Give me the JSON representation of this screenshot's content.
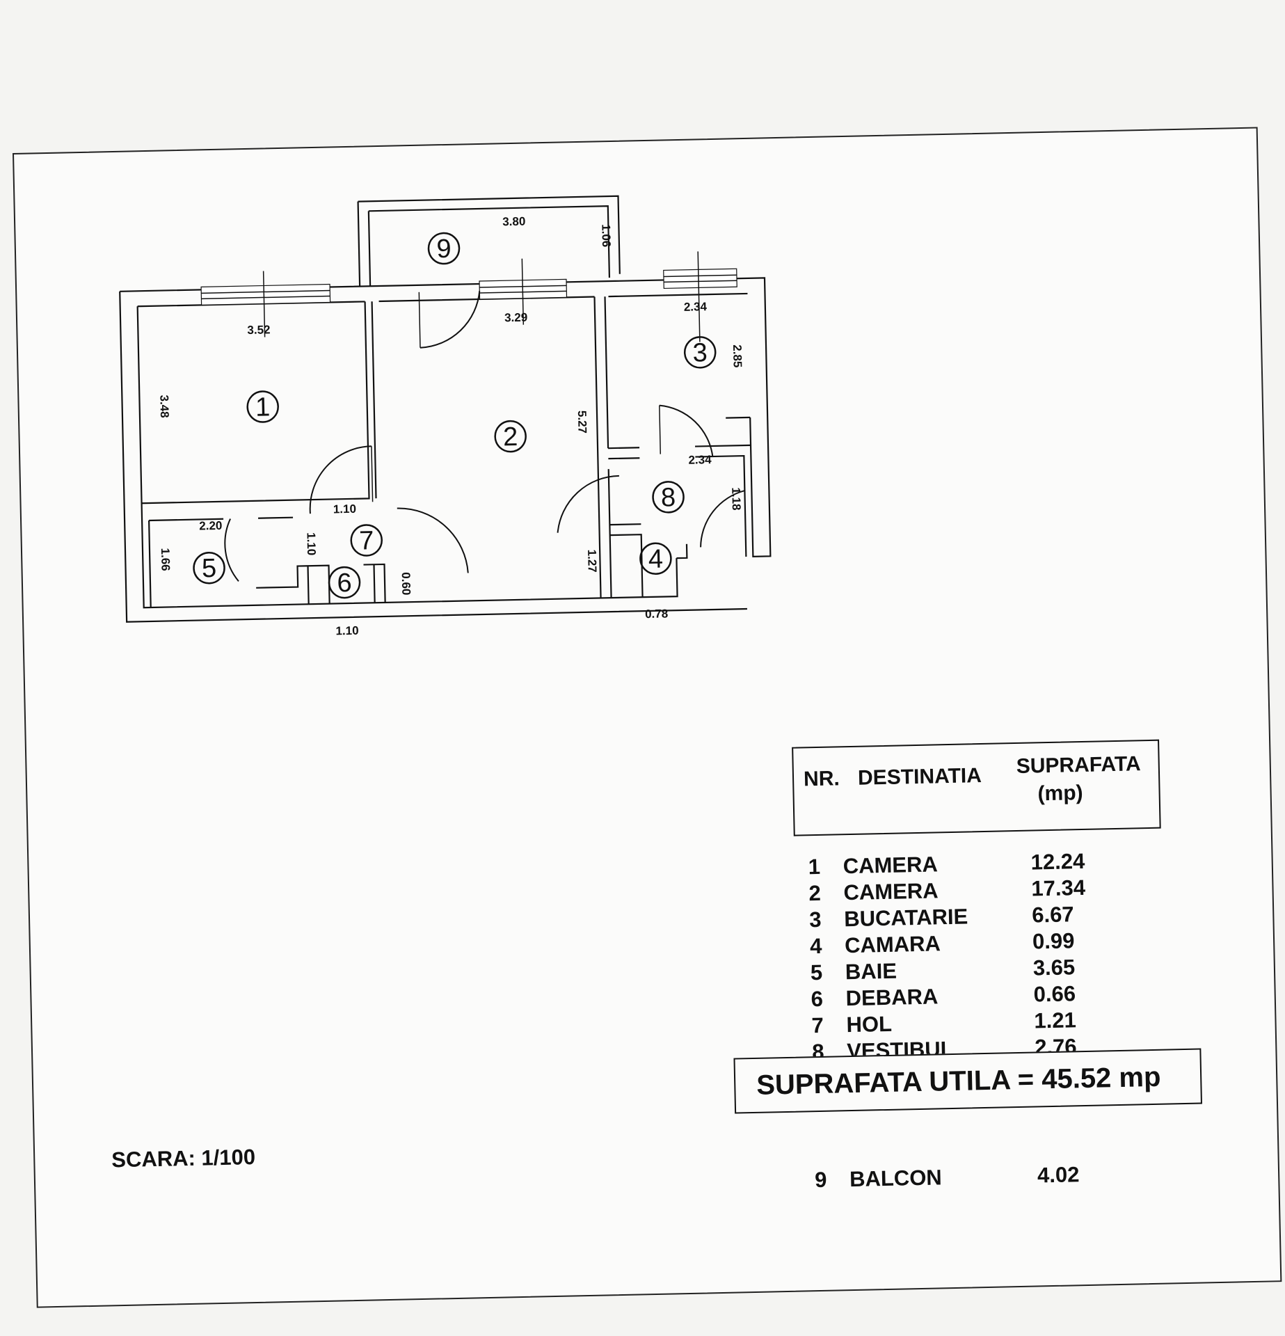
{
  "plan": {
    "rooms": [
      "1",
      "2",
      "3",
      "4",
      "5",
      "6",
      "7",
      "8",
      "9"
    ],
    "dims": {
      "d380": "3.80",
      "d106": "1.06",
      "d352": "3.52",
      "d329": "3.29",
      "d234a": "2.34",
      "d285": "2.85",
      "d348": "3.48",
      "d527": "5.27",
      "d234b": "2.34",
      "d118": "1.18",
      "d110a": "1.10",
      "d220": "2.20",
      "d110b": "1.10",
      "d166": "1.66",
      "d060": "0.60",
      "d127": "1.27",
      "d110c": "1.10",
      "d078": "0.78"
    }
  },
  "legend": {
    "col_nr": "NR.",
    "col_dest": "DESTINATIA",
    "col_sup": "SUPRAFATA",
    "col_unit": "(mp)",
    "rows": [
      {
        "nr": "1",
        "dest": "CAMERA",
        "sup": "12.24"
      },
      {
        "nr": "2",
        "dest": "CAMERA",
        "sup": "17.34"
      },
      {
        "nr": "3",
        "dest": "BUCATARIE",
        "sup": "6.67"
      },
      {
        "nr": "4",
        "dest": "CAMARA",
        "sup": "0.99"
      },
      {
        "nr": "5",
        "dest": "BAIE",
        "sup": "3.65"
      },
      {
        "nr": "6",
        "dest": "DEBARA",
        "sup": "0.66"
      },
      {
        "nr": "7",
        "dest": "HOL",
        "sup": "1.21"
      },
      {
        "nr": "8",
        "dest": "VESTIBUL",
        "sup": "2.76"
      }
    ],
    "total": "SUPRAFATA UTILA = 45.52 mp",
    "balcony": {
      "nr": "9",
      "dest": "BALCON",
      "sup": "4.02"
    }
  },
  "scale": "SCARA: 1/100"
}
